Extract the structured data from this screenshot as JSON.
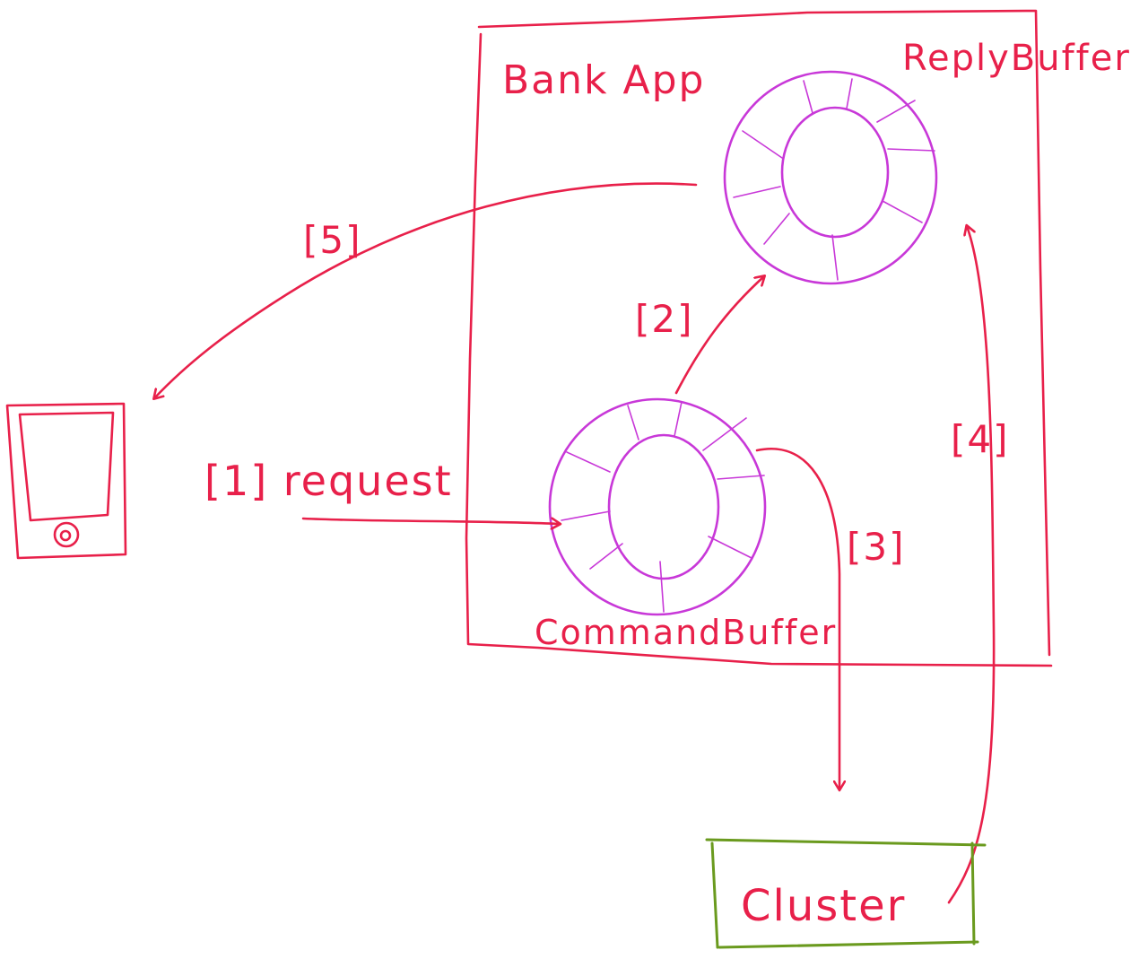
{
  "title": "Bank App",
  "reply_buffer": {
    "label": "ReplyBuffer"
  },
  "command_buffer": {
    "label": "CommandBuffer"
  },
  "cluster": {
    "label": "Cluster"
  },
  "steps": {
    "step1": "[1] request",
    "step2": "[2]",
    "step3": "[3]",
    "step4": "[4]",
    "step5": "[5]"
  },
  "colors": {
    "ink": "#e8204a",
    "ring": "#c838d8",
    "cluster_border": "#6a9a1e"
  },
  "icons": {
    "client": "mobile-phone-icon"
  }
}
